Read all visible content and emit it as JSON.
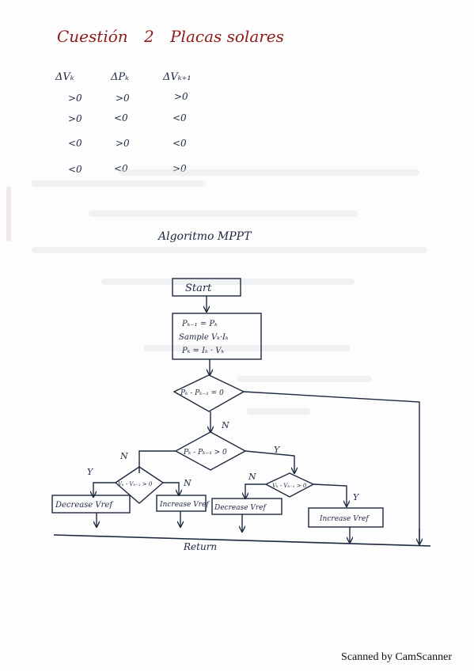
{
  "title": {
    "word1": "Cuestión",
    "num": "2",
    "word2": "Placas solares"
  },
  "table": {
    "headers": [
      "ΔVₖ",
      "ΔPₖ",
      "ΔVₖ₊₁"
    ],
    "rows": [
      [
        ">0",
        ">0",
        ">0"
      ],
      [
        ">0",
        "<0",
        "<0"
      ],
      [
        "<0",
        ">0",
        "<0"
      ],
      [
        "<0",
        "<0",
        ">0"
      ]
    ]
  },
  "algorithm_title": "Algoritmo MPPT",
  "flowchart": {
    "start": "Start",
    "init_lines": [
      "Pₖ₋₁ = Pₖ",
      "Sample Vₖ·Iₖ",
      "Pₖ = Iₖ · Vₖ"
    ],
    "decision1": "Pₖ - Pₖ₋₁ = 0",
    "decision2": "Pₖ - Pₖ₋₁ > 0",
    "decision3_left": "Vₖ - Vₖ₋₁ > 0",
    "decision3_right": "Vₖ - Vₖ₋₁ > 0",
    "box_decrease_left": "Decrease Vref",
    "box_increase_left": "Increase Vref",
    "box_decrease_right": "Decrease Vref",
    "box_increase_right": "Increase Vref",
    "return": "Return",
    "labels": {
      "yes": "Y",
      "no": "N"
    }
  },
  "footer": "Scanned by CamScanner"
}
